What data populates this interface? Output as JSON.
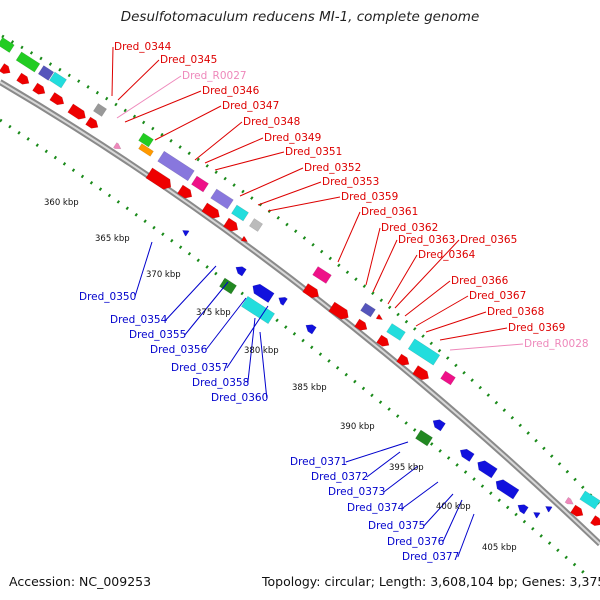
{
  "title": "Desulfotomaculum reducens MI-1, complete genome",
  "footer": {
    "accession": "Accession: NC_009253",
    "topology": "Topology: circular; Length: 3,608,104 bp; Genes: 3,375"
  },
  "colors": {
    "forward_label": "#dd0000",
    "reverse_label": "#0000cc",
    "rna_label": "#ee88bb",
    "backbone": "#888888",
    "gc_dots": "#118811"
  },
  "ticks": [
    "360 kbp",
    "365 kbp",
    "370 kbp",
    "375 kbp",
    "380 kbp",
    "385 kbp",
    "390 kbp",
    "395 kbp",
    "400 kbp",
    "405 kbp"
  ],
  "forward_genes": [
    "Dred_0344",
    "Dred_0345",
    "Dred_R0027",
    "Dred_0346",
    "Dred_0347",
    "Dred_0348",
    "Dred_0349",
    "Dred_0351",
    "Dred_0352",
    "Dred_0353",
    "Dred_0359",
    "Dred_0361",
    "Dred_0362",
    "Dred_0363",
    "Dred_0364",
    "Dred_0365",
    "Dred_0366",
    "Dred_0367",
    "Dred_0368",
    "Dred_0369",
    "Dred_R0028"
  ],
  "reverse_genes": [
    "Dred_0350",
    "Dred_0354",
    "Dred_0355",
    "Dred_0356",
    "Dred_0357",
    "Dred_0358",
    "Dred_0360",
    "Dred_0371",
    "Dred_0372",
    "Dred_0373",
    "Dred_0374",
    "Dred_0375",
    "Dred_0376",
    "Dred_0377"
  ]
}
